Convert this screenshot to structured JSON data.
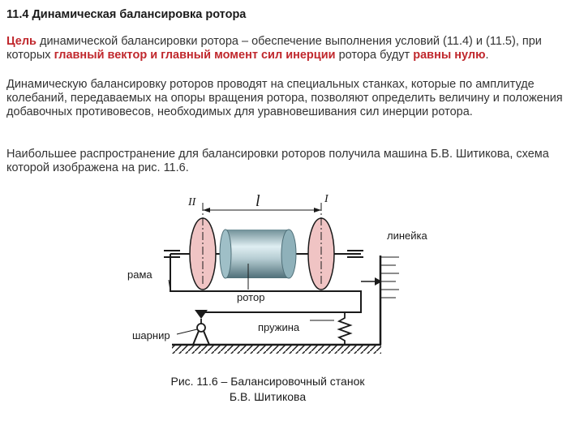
{
  "title": "11.4 Динамическая балансировка ротора",
  "p1": {
    "label": "Цель",
    "text1": " динамической балансировки ротора – обеспечение выполнения условий (11.4) и (11.5), при которых ",
    "highlight1": "главный вектор и главный момент сил инерции",
    "text2": " ротора будут ",
    "highlight2": "равны нулю",
    "text3": "."
  },
  "p2": "Динамическую балансировку роторов проводят на специальных станках, которые по амплитуде колебаний, передаваемых на  опоры вращения ротора, позволяют определить величину и положения добавочных противовесов, необходимых для уравновешивания сил инерции ротора.",
  "p3": "Наибольшее распространение для балансировки роторов получила машина Б.В. Шитикова, схема которой изображена на рис. 11.6.",
  "figure": {
    "labels": {
      "plane2": "II",
      "plane1": "I",
      "length": "l",
      "ruler": "линейка",
      "frame": "рама",
      "rotor": "ротор",
      "spring": "пружина",
      "hinge": "шарнир"
    },
    "caption_line1": "Рис. 11.6 – Балансировочный станок",
    "caption_line2": "Б.В. Шитикова",
    "colors": {
      "disk_fill": "#f0c4c4",
      "rotor_light": "#dfeef2",
      "rotor_dark": "#5c7f88",
      "line": "#1a1a1a"
    }
  }
}
